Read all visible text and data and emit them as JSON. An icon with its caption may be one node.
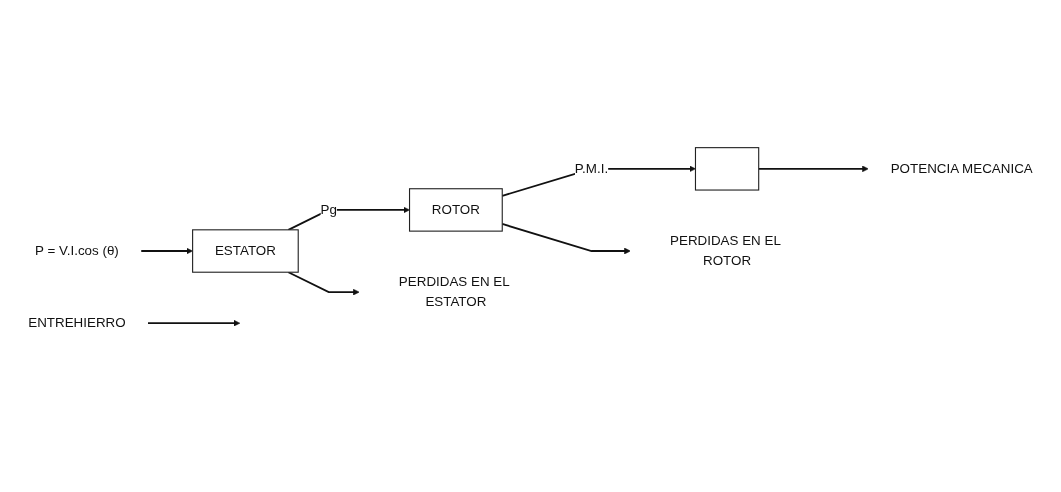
{
  "diagram": {
    "nodes": [
      {
        "text": [
          "ENTREHIERRO"
        ]
      },
      {
        "text": [
          "P = V.I.cos (θ)"
        ]
      },
      {
        "text": [
          "ESTATOR"
        ]
      },
      {
        "text": [
          "ROTOR"
        ]
      },
      {
        "text": [],
        "shape": "bar"
      },
      {
        "text": [
          "POTENCIA MECANICA"
        ]
      },
      {
        "text": [
          "PERDIDAS EN EL ESTATOR"
        ]
      },
      {
        "text": [
          "PERDIDAS EN EL ROTOR"
        ]
      }
    ],
    "edges": [
      {
        "from": 1,
        "to": 2,
        "arrow": "to"
      },
      {
        "from": 0,
        "to": null,
        "arrow": "to"
      },
      {
        "from": 2,
        "to": 3,
        "arrow": "to",
        "label": "Pg"
      },
      {
        "from": 3,
        "to": 4,
        "arrow": "to",
        "label": "P.M.I."
      },
      {
        "from": 4,
        "to": 5,
        "arrow": "to"
      },
      {
        "from": 2,
        "to": 6,
        "arrow": "to"
      },
      {
        "from": 3,
        "to": 7,
        "arrow": "to"
      }
    ]
  }
}
